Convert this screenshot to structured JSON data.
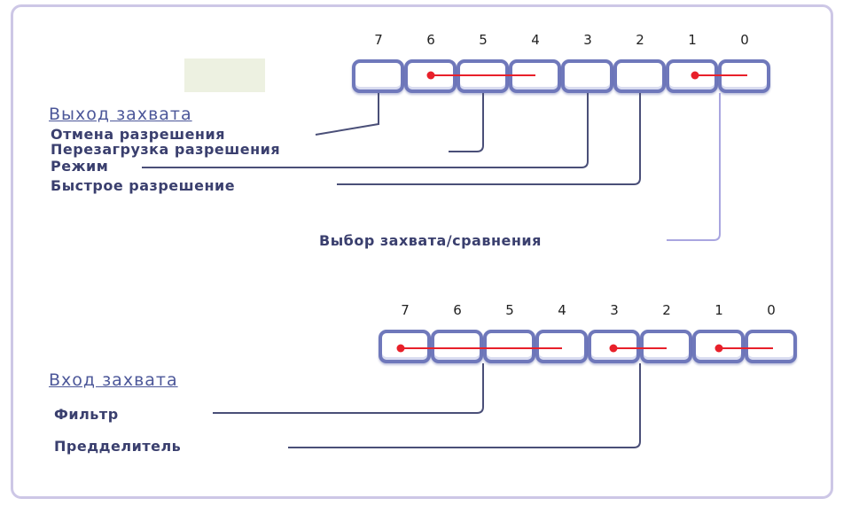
{
  "output_register": {
    "title": "Выход захвата",
    "bits": [
      "7",
      "6",
      "5",
      "4",
      "3",
      "2",
      "1",
      "0"
    ],
    "fields": [
      {
        "label": "Отмена разрешения"
      },
      {
        "label": "Перезагрузка разрешения"
      },
      {
        "label": "Режим"
      },
      {
        "label": "Быстрое разрешение"
      },
      {
        "label": "Выбор захвата/сравнения"
      }
    ]
  },
  "input_register": {
    "title": "Вход захвата",
    "bits": [
      "7",
      "6",
      "5",
      "4",
      "3",
      "2",
      "1",
      "0"
    ],
    "fields": [
      {
        "label": "Фильтр"
      },
      {
        "label": "Предделитель"
      }
    ]
  },
  "colors": {
    "cell_border": "#6f78bb",
    "bit_field_line": "#e8202a",
    "connector": "#4a4f78",
    "connector_light": "#a9a6e0",
    "frame": "#cdc7e6",
    "title": "#4c5799"
  }
}
